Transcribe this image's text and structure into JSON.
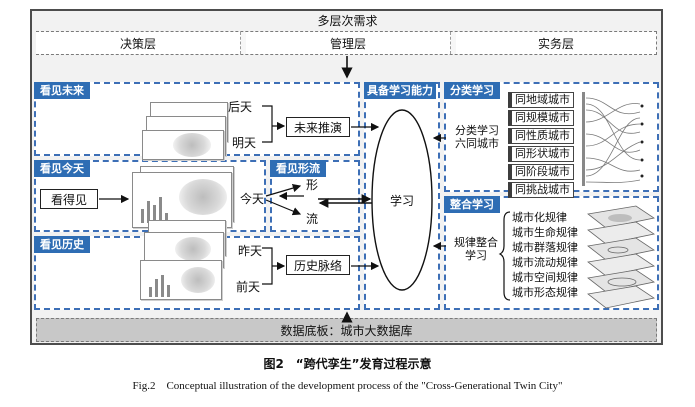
{
  "header": {
    "title": "多层次需求",
    "levels": [
      "决策层",
      "管理层",
      "实务层"
    ]
  },
  "sections": {
    "future": {
      "tag": "看见未来",
      "labels": [
        "后天",
        "明天"
      ],
      "box": "未来推演"
    },
    "today": {
      "tag": "看见今天",
      "box": "看得见",
      "label": "今天"
    },
    "form": {
      "tag": "看见形流",
      "labels": [
        "形",
        "流"
      ]
    },
    "history": {
      "tag": "看见历史",
      "labels": [
        "昨天",
        "前天"
      ],
      "box": "历史脉络"
    },
    "learning": {
      "tag": "具备学习能力",
      "center": "学习"
    },
    "classify": {
      "tag": "分类学习",
      "side_label": "分类学习\n六同城市",
      "items": [
        "同地域城市",
        "同规模城市",
        "同性质城市",
        "同形状城市",
        "同阶段城市",
        "同挑战城市"
      ]
    },
    "integrate": {
      "tag": "整合学习",
      "side_label": "规律整合\n学习",
      "items": [
        "城市化规律",
        "城市生命规律",
        "城市群落规律",
        "城市流动规律",
        "城市空间规律",
        "城市形态规律"
      ]
    }
  },
  "footer": {
    "label": "数据底板：城市大数据库"
  },
  "caption": {
    "cn": "图2　“跨代孪生”发育过程示意",
    "en": "Fig.2　Conceptual illustration of the development process of the \"Cross-Generational Twin City\""
  },
  "colors": {
    "accent_blue": "#2e6db4",
    "frame_gray": "#4d4d4d",
    "footer_gray": "#c8c8c8"
  }
}
